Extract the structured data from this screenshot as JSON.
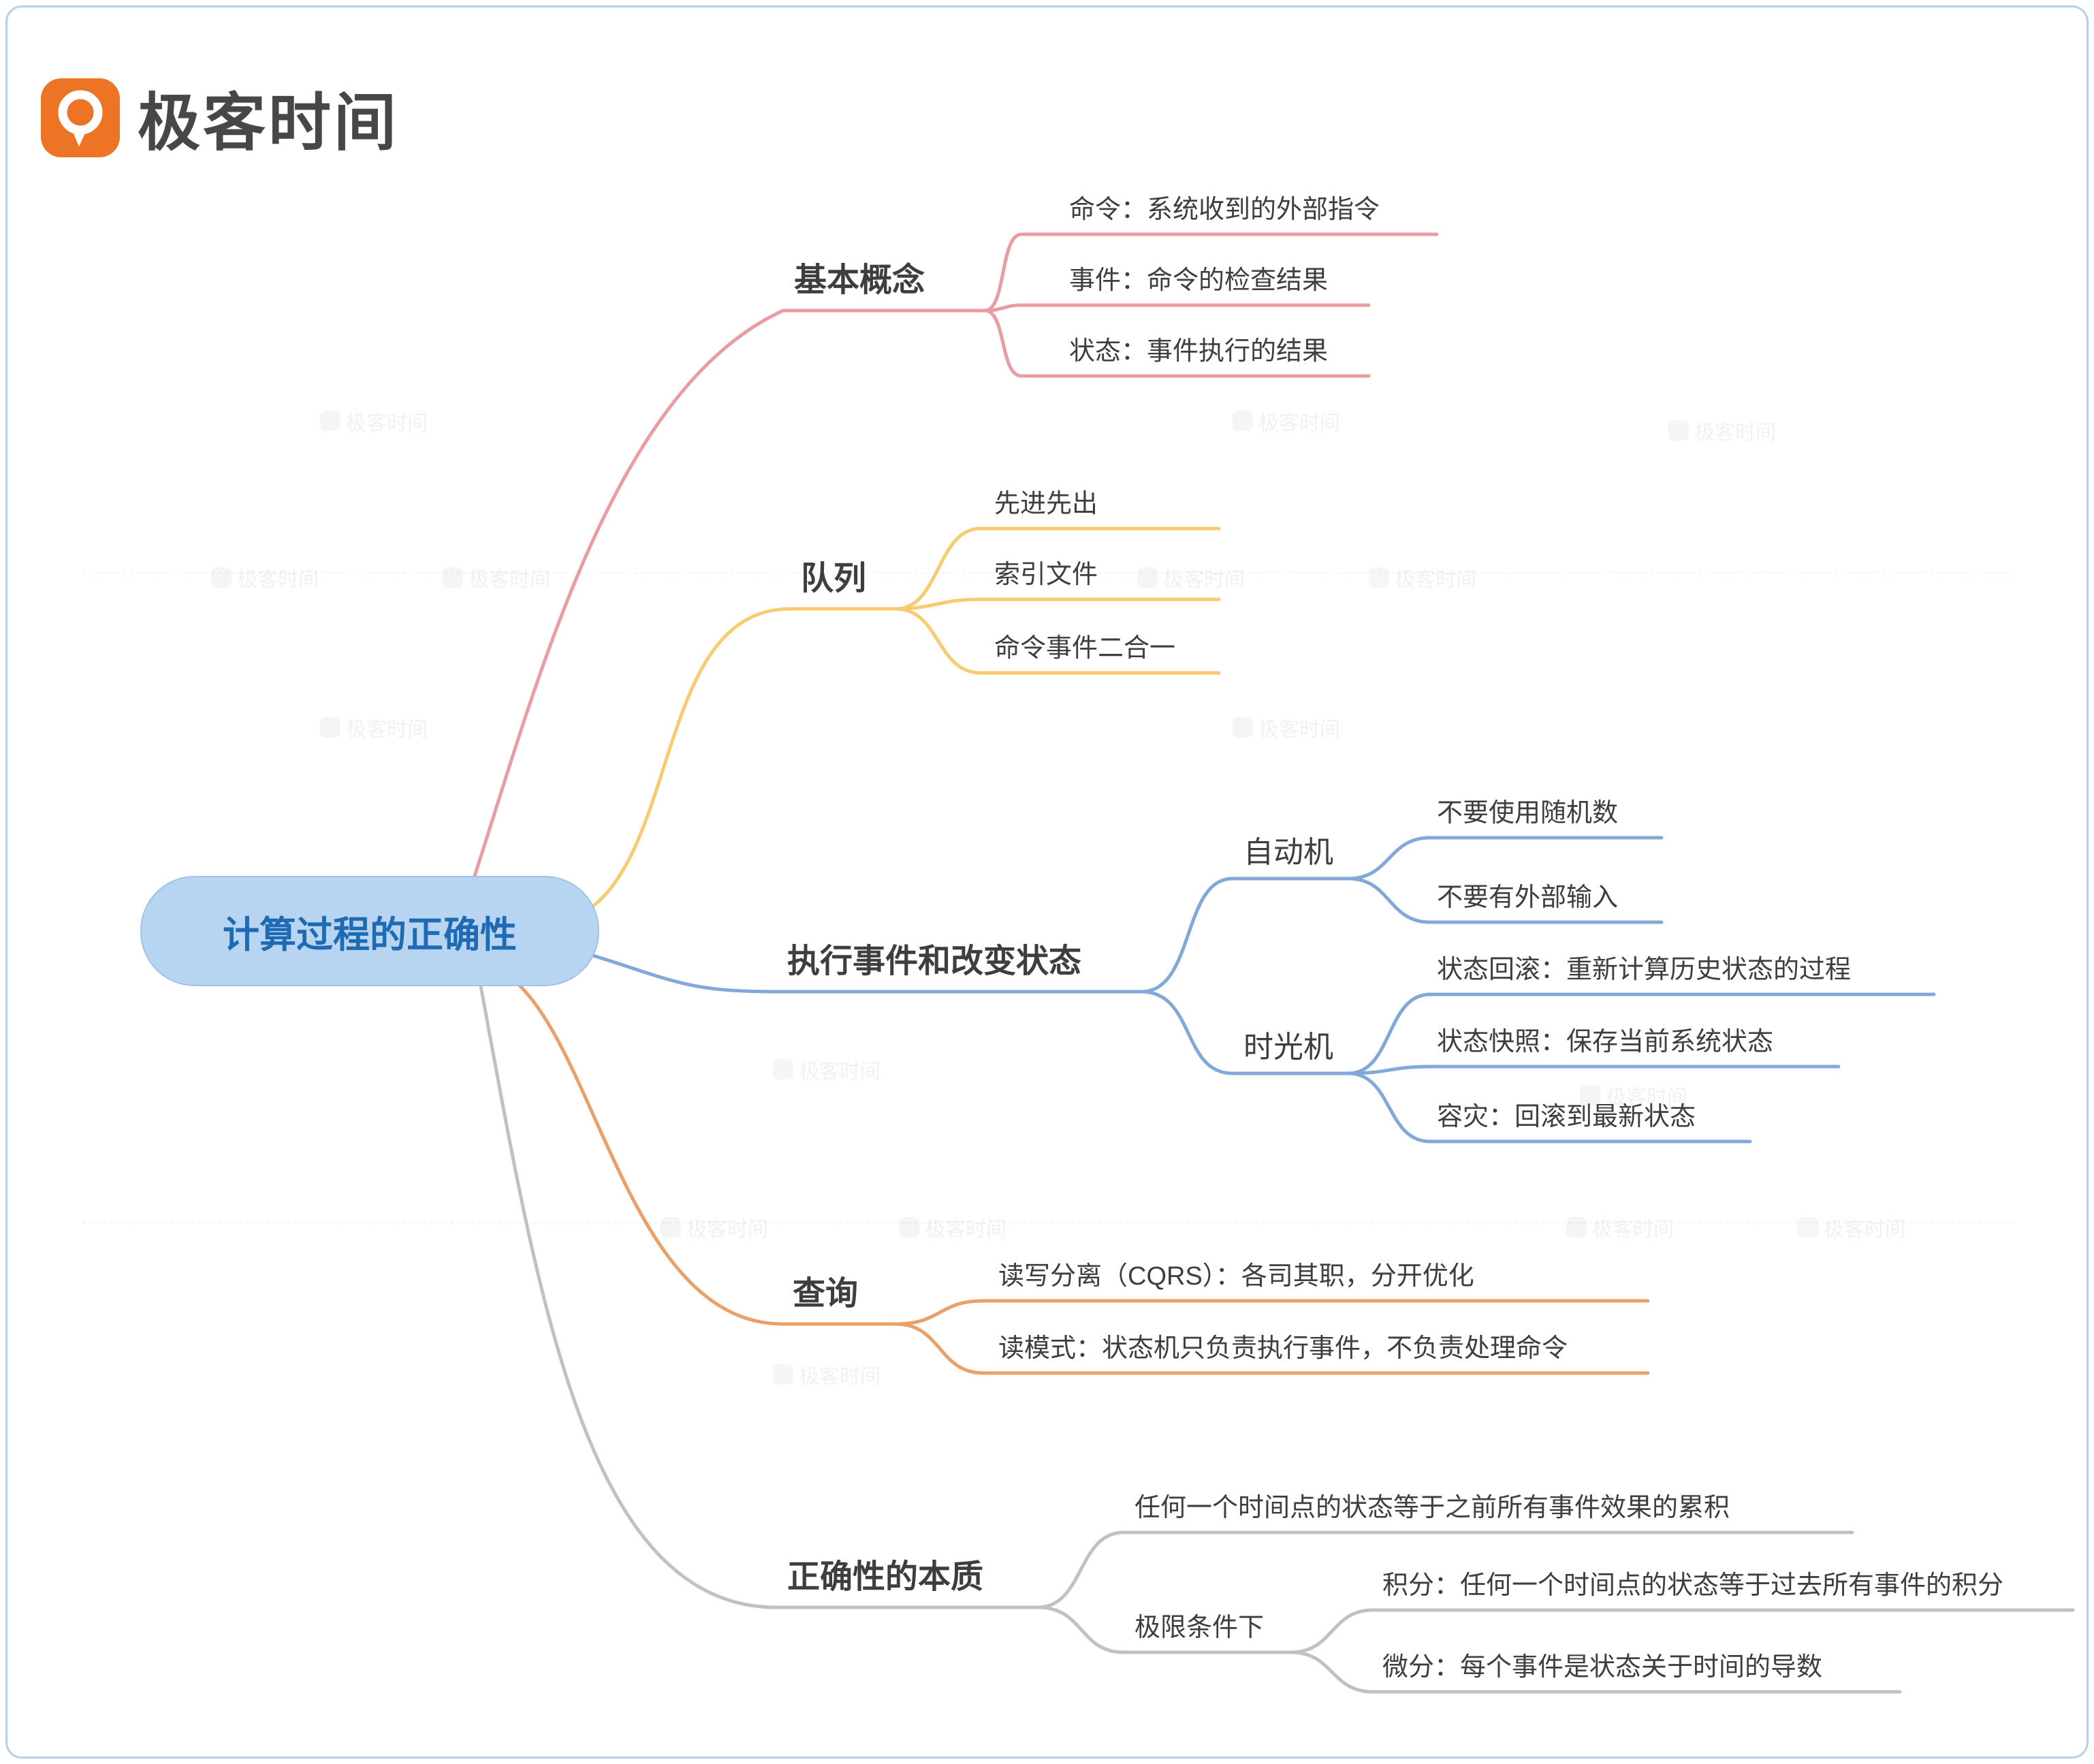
{
  "brand": {
    "name": "极客时间"
  },
  "watermark": {
    "text": "极客时间"
  },
  "colors": {
    "branch_concepts": "#ec9ba3",
    "branch_queue": "#f7cb71",
    "branch_exec": "#80a8d8",
    "branch_query": "#e9a069",
    "branch_essence": "#c2c1bf",
    "central_fill": "#b7d4f1",
    "central_text": "#1e6bb4",
    "frame_border": "#b6d0ea",
    "logo_orange": "#ed7424"
  },
  "mindmap": {
    "root": {
      "label": "计算过程的正确性"
    },
    "branches": [
      {
        "label": "基本概念",
        "color": "#ec9ba3",
        "children": [
          {
            "label": "命令：系统收到的外部指令"
          },
          {
            "label": "事件：命令的检查结果"
          },
          {
            "label": "状态：事件执行的结果"
          }
        ]
      },
      {
        "label": "队列",
        "color": "#f7cb71",
        "children": [
          {
            "label": "先进先出"
          },
          {
            "label": "索引文件"
          },
          {
            "label": "命令事件二合一"
          }
        ]
      },
      {
        "label": "执行事件和改变状态",
        "color": "#80a8d8",
        "children": [
          {
            "label": "自动机",
            "children": [
              {
                "label": "不要使用随机数"
              },
              {
                "label": "不要有外部输入"
              }
            ]
          },
          {
            "label": "时光机",
            "children": [
              {
                "label": "状态回滚：重新计算历史状态的过程"
              },
              {
                "label": "状态快照：保存当前系统状态"
              },
              {
                "label": "容灾：回滚到最新状态"
              }
            ]
          }
        ]
      },
      {
        "label": "查询",
        "color": "#e9a069",
        "children": [
          {
            "label": "读写分离（CQRS）：各司其职，分开优化"
          },
          {
            "label": "读模式：状态机只负责执行事件，不负责处理命令"
          }
        ]
      },
      {
        "label": "正确性的本质",
        "color": "#c2c1bf",
        "children": [
          {
            "label": "任何一个时间点的状态等于之前所有事件效果的累积"
          },
          {
            "label": "极限条件下",
            "children": [
              {
                "label": "积分：任何一个时间点的状态等于过去所有事件的积分"
              },
              {
                "label": "微分：每个事件是状态关于时间的导数"
              }
            ]
          }
        ]
      }
    ]
  }
}
